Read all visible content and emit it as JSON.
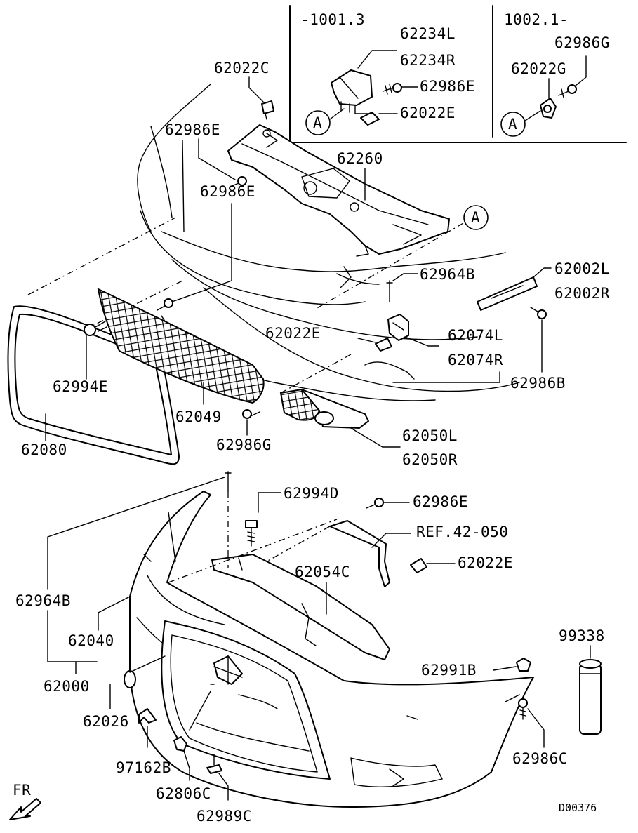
{
  "inset_left": {
    "range": "-1001.3",
    "parts": [
      "62234L",
      "62234R",
      "62986E",
      "62022E"
    ],
    "ref": "A"
  },
  "inset_right": {
    "range": "1002.1-",
    "parts": [
      "62986G",
      "62022G"
    ],
    "ref": "A"
  },
  "callouts": {
    "p62022C": "62022C",
    "p62986E_top": "62986E",
    "p62260": "62260",
    "ref_A": "A",
    "p62986E_mid": "62986E",
    "p62964B_right": "62964B",
    "p62002L": "62002L",
    "p62002R": "62002R",
    "p62022E_mid": "62022E",
    "p62074L": "62074L",
    "p62074R": "62074R",
    "p62986B": "62986B",
    "p62994E": "62994E",
    "p62049": "62049",
    "p62986G": "62986G",
    "p62050L": "62050L",
    "p62050R": "62050R",
    "p62080": "62080",
    "p62994D": "62994D",
    "p62986E_low": "62986E",
    "ref_42_050": "REF.42-050",
    "p62022E_low": "62022E",
    "p62054C": "62054C",
    "p62964B_left": "62964B",
    "p62040": "62040",
    "p62000": "62000",
    "p99338": "99338",
    "p62991B": "62991B",
    "p62026": "62026",
    "p97162B": "97162B",
    "p62986C": "62986C",
    "p62806C": "62806C",
    "p62989C": "62989C"
  },
  "direction_label": "FR",
  "diagram_code": "D00376"
}
